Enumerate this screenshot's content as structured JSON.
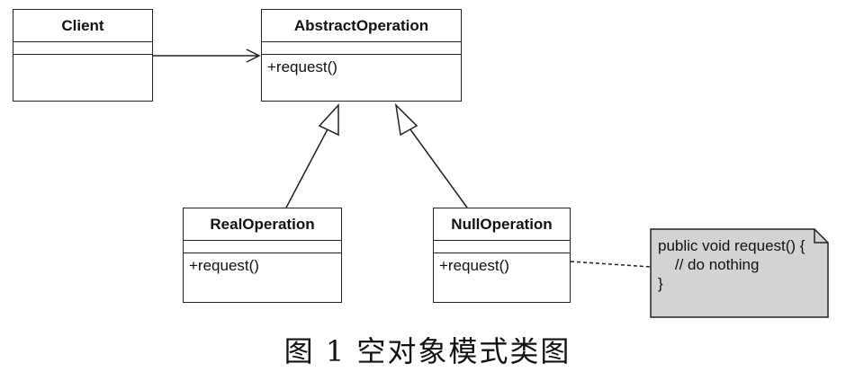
{
  "classes": {
    "client": {
      "name": "Client",
      "ops": ""
    },
    "abstract": {
      "name": "AbstractOperation",
      "ops": "+request()"
    },
    "real": {
      "name": "RealOperation",
      "ops": "+request()"
    },
    "null": {
      "name": "NullOperation",
      "ops": "+request()"
    }
  },
  "note": {
    "text": "public void request() {\n    // do nothing\n}",
    "fill": "#d3d3d3"
  },
  "caption": "图 1  空对象模式类图"
}
